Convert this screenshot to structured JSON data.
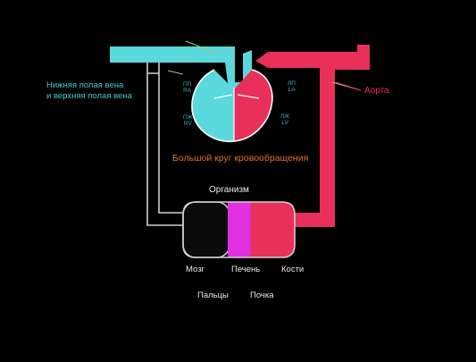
{
  "labels": {
    "vena_line1": "Нижняя полая вена",
    "vena_line2": "и верхняя полая вена",
    "aorta": "Аорта",
    "right_atrium_a": "ПП",
    "right_atrium_b": "RA",
    "left_atrium_a": "ЛП",
    "left_atrium_b": "LA",
    "right_ventricle_a": "ПЖ",
    "right_ventricle_b": "RV",
    "left_ventricle_a": "ЛЖ",
    "left_ventricle_b": "LV",
    "systemic_circuit": "Большой круг кровообращения",
    "organism": "Организм"
  },
  "organs": {
    "brain": "Мозг",
    "liver": "Печень",
    "bones": "Кости",
    "fingers": "Пальцы",
    "kidney": "Почка"
  },
  "colors": {
    "background": "#000000",
    "deoxygenated": "#5ad8dc",
    "oxygenated": "#e8305a",
    "liver": "#e030e0",
    "vessel_outline": "#cfcfcf",
    "circuit_label": "#e0702a"
  }
}
